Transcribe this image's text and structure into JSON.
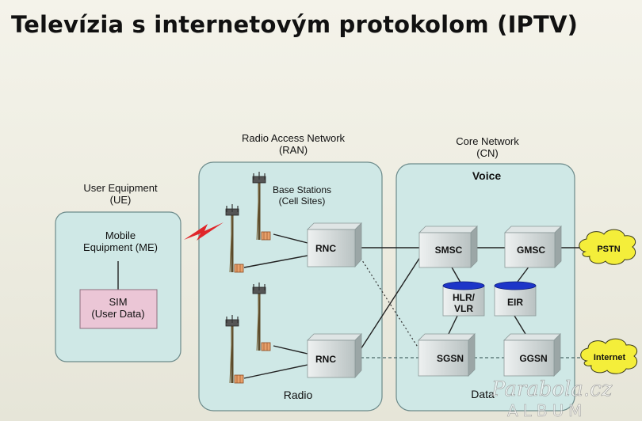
{
  "title": "Televízia s internetovým protokolom (IPTV)",
  "sections": {
    "ue": {
      "line1": "User Equipment",
      "line2": "(UE)",
      "me_line1": "Mobile",
      "me_line2": "Equipment (ME)",
      "sim_line1": "SIM",
      "sim_line2": "(User Data)"
    },
    "ran": {
      "line1": "Radio Access Network",
      "line2": "(RAN)",
      "bs_line1": "Base Stations",
      "bs_line2": "(Cell Sites)",
      "bottom": "Radio"
    },
    "cn": {
      "line1": "Core Network",
      "line2": "(CN)",
      "top": "Voice",
      "bottom": "Data"
    }
  },
  "nodes": {
    "rnc_top": "RNC",
    "rnc_bottom": "RNC",
    "smsc": "SMSC",
    "gmsc": "GMSC",
    "hlr_line1": "HLR/",
    "hlr_line2": "VLR",
    "eir": "EIR",
    "sgsn": "SGSN",
    "ggsn": "GGSN"
  },
  "clouds": {
    "pstn": "PSTN",
    "internet": "Internet"
  },
  "watermark": {
    "line1": "Parabola.cz",
    "line2": "ALBUM"
  },
  "colors": {
    "panel": "#cfe8e6",
    "sim": "#ebc6d6",
    "cloud": "#f4ee3a",
    "db_top": "#1d35c8",
    "lightning": "#e0262a"
  },
  "icons": [
    "antenna-tower-icon",
    "lightning-bolt-icon",
    "database-icon",
    "cloud-icon",
    "server-cube-icon"
  ]
}
